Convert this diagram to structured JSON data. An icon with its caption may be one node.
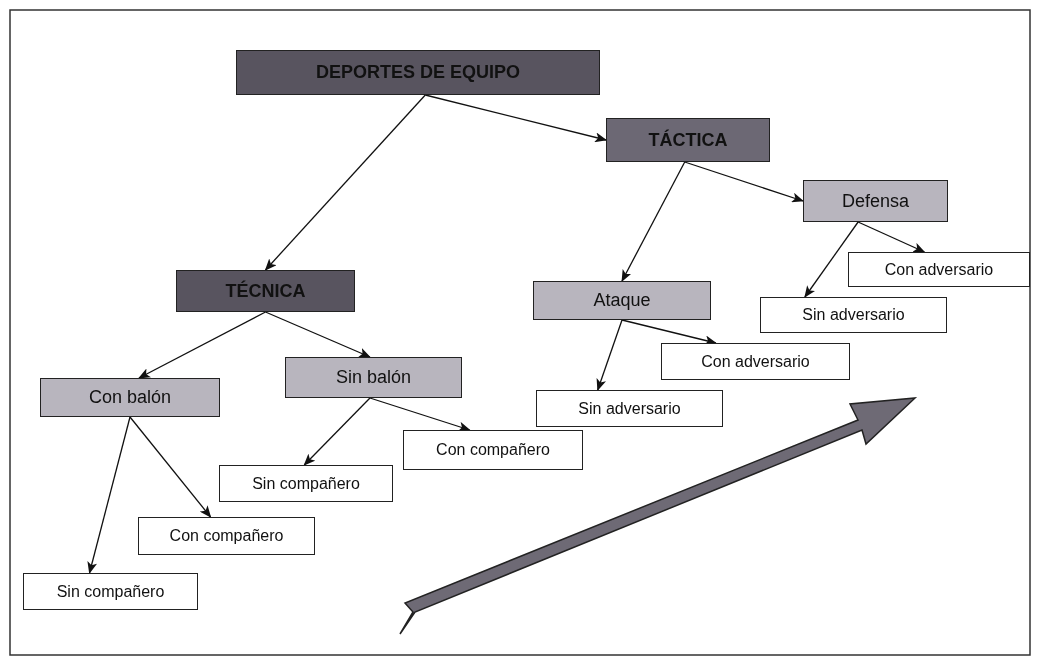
{
  "diagram": {
    "nodes": [
      {
        "text": [
          "DEPORTES DE EQUIPO"
        ]
      },
      {
        "text": [
          "TÁCTICA"
        ]
      },
      {
        "text": [
          "TÉCNICA"
        ]
      },
      {
        "text": [
          "Defensa"
        ]
      },
      {
        "text": [
          "Con adversario"
        ]
      },
      {
        "text": [
          "Sin adversario"
        ]
      },
      {
        "text": [
          "Ataque"
        ]
      },
      {
        "text": [
          "Con adversario"
        ]
      },
      {
        "text": [
          "Sin adversario"
        ]
      },
      {
        "text": [
          "Con balón"
        ]
      },
      {
        "text": [
          "Sin balón"
        ]
      },
      {
        "text": [
          "Con compañero"
        ]
      },
      {
        "text": [
          "Sin compañero"
        ]
      },
      {
        "text": [
          "Con compañero"
        ]
      },
      {
        "text": [
          "Sin compañero"
        ]
      }
    ],
    "edges": [
      {
        "from": 0,
        "to": 1,
        "arrow": "to"
      },
      {
        "from": 0,
        "to": 2,
        "arrow": "to"
      },
      {
        "from": 1,
        "to": 3,
        "arrow": "to"
      },
      {
        "from": 1,
        "to": 6,
        "arrow": "to"
      },
      {
        "from": 3,
        "to": 4,
        "arrow": "to"
      },
      {
        "from": 3,
        "to": 5,
        "arrow": "to"
      },
      {
        "from": 6,
        "to": 7,
        "arrow": "to"
      },
      {
        "from": 6,
        "to": 8,
        "arrow": "to"
      },
      {
        "from": 2,
        "to": 9,
        "arrow": "to"
      },
      {
        "from": 2,
        "to": 10,
        "arrow": "to"
      },
      {
        "from": 10,
        "to": 11,
        "arrow": "to"
      },
      {
        "from": 10,
        "to": 12,
        "arrow": "to"
      },
      {
        "from": 9,
        "to": 13,
        "arrow": "to"
      },
      {
        "from": 9,
        "to": 14,
        "arrow": "to"
      }
    ]
  }
}
